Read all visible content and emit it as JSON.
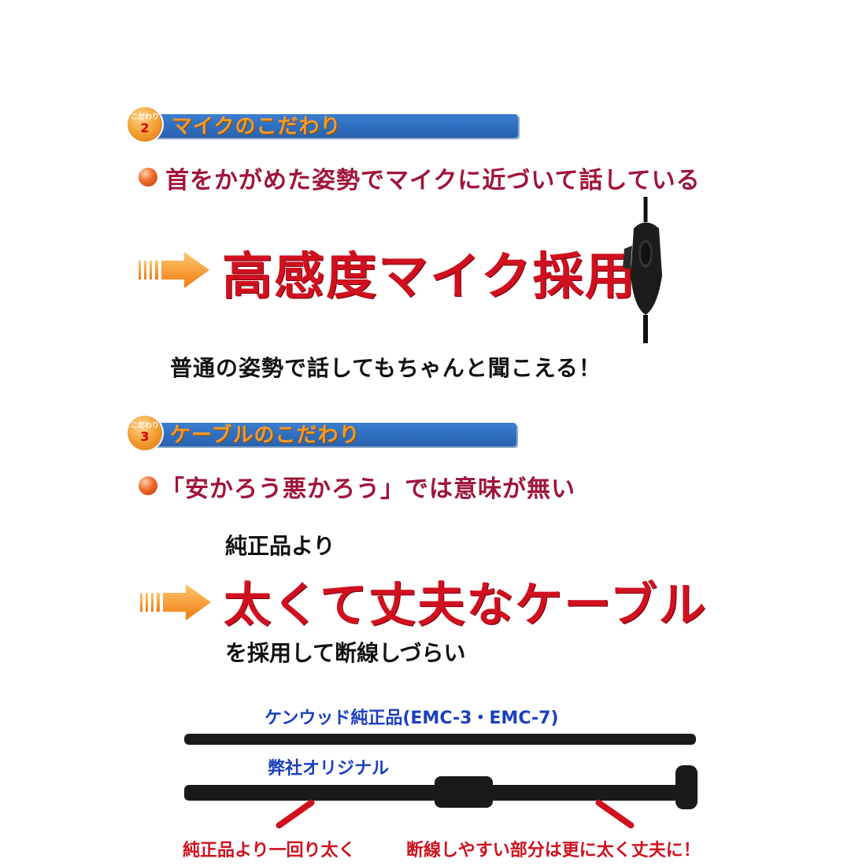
{
  "section2": {
    "badge_label": "こだわり",
    "badge_num": "2",
    "title": "マイクのこだわり",
    "bullet_text": "首をかがめた姿勢でマイクに近づいて話している",
    "headline": "高感度マイク採用",
    "caption": "普通の姿勢で話してもちゃんと聞こえる！"
  },
  "section3": {
    "badge_label": "こだわり",
    "badge_num": "3",
    "title": "ケーブルのこだわり",
    "bullet_text": "「安かろう悪かろう」では意味が無い",
    "pre_text": "純正品より",
    "headline": "太くて丈夫なケーブル",
    "post_text": "を採用して断線しづらい"
  },
  "cable_compare": {
    "genuine_label": "ケンウッド純正品(EMC-3・EMC-7)",
    "original_label": "弊社オリジナル",
    "note_left": "純正品より一回り太く",
    "note_right": "断線しやすい部分は更に太く丈夫に！"
  },
  "colors": {
    "bar_blue": "#2f6fc0",
    "title_orange": "#f29a2e",
    "headline_red": "#d0101e",
    "bullet_maroon": "#a0143a",
    "label_blue": "#1b3fbf"
  }
}
